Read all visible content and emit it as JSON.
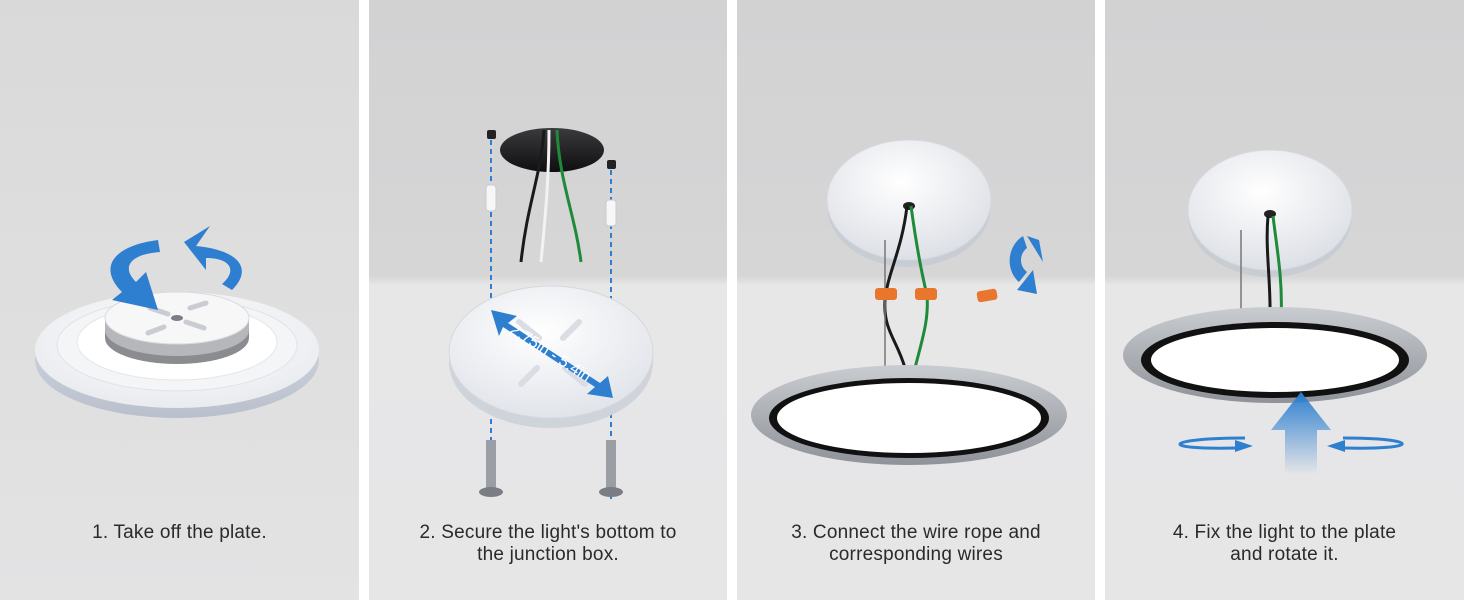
{
  "steps": [
    {
      "caption_lines": [
        "1. Take off the plate."
      ]
    },
    {
      "caption_lines": [
        "2. Secure the light's bottom to",
        "the junction box."
      ],
      "measurement_label": "2.75in - 5.4in"
    },
    {
      "caption_lines": [
        "3. Connect the wire rope and",
        "corresponding wires"
      ]
    },
    {
      "caption_lines": [
        "4. Fix the light to the plate",
        "and rotate it."
      ]
    }
  ],
  "colors": {
    "arrow_blue": "#2f7fd0",
    "wire_green": "#1f8a3a",
    "wire_black": "#1a1a1a",
    "wire_white": "#f2f2f2",
    "connector_orange": "#e8762c"
  }
}
